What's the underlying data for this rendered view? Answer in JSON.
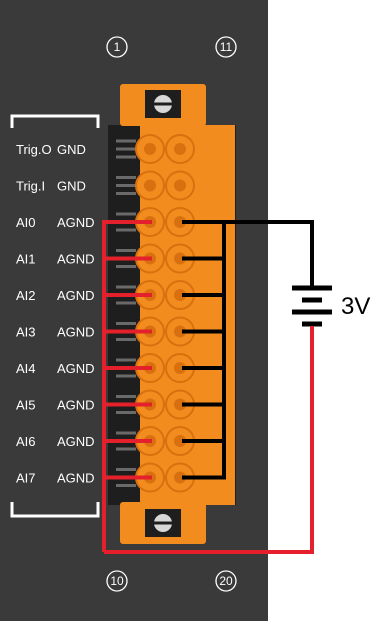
{
  "pin_numbers": {
    "top_left": "1",
    "top_right": "11",
    "bottom_left": "10",
    "bottom_right": "20"
  },
  "rows": [
    {
      "left": "Trig.O",
      "right": "GND",
      "wired": false
    },
    {
      "left": "Trig.I",
      "right": "GND",
      "wired": false
    },
    {
      "left": "AI0",
      "right": "AGND",
      "wired": true
    },
    {
      "left": "AI1",
      "right": "AGND",
      "wired": true
    },
    {
      "left": "AI2",
      "right": "AGND",
      "wired": true
    },
    {
      "left": "AI3",
      "right": "AGND",
      "wired": true
    },
    {
      "left": "AI4",
      "right": "AGND",
      "wired": true
    },
    {
      "left": "AI5",
      "right": "AGND",
      "wired": true
    },
    {
      "left": "AI6",
      "right": "AGND",
      "wired": true
    },
    {
      "left": "AI7",
      "right": "AGND",
      "wired": true
    }
  ],
  "battery": {
    "label": "3V"
  },
  "colors": {
    "panel": "#3a3a3a",
    "terminal": "#f28c1e",
    "terminal_dark": "#d9700f",
    "positive_wire": "#e3202b",
    "ground_wire": "#000000",
    "screw": "#d8d8d8"
  }
}
